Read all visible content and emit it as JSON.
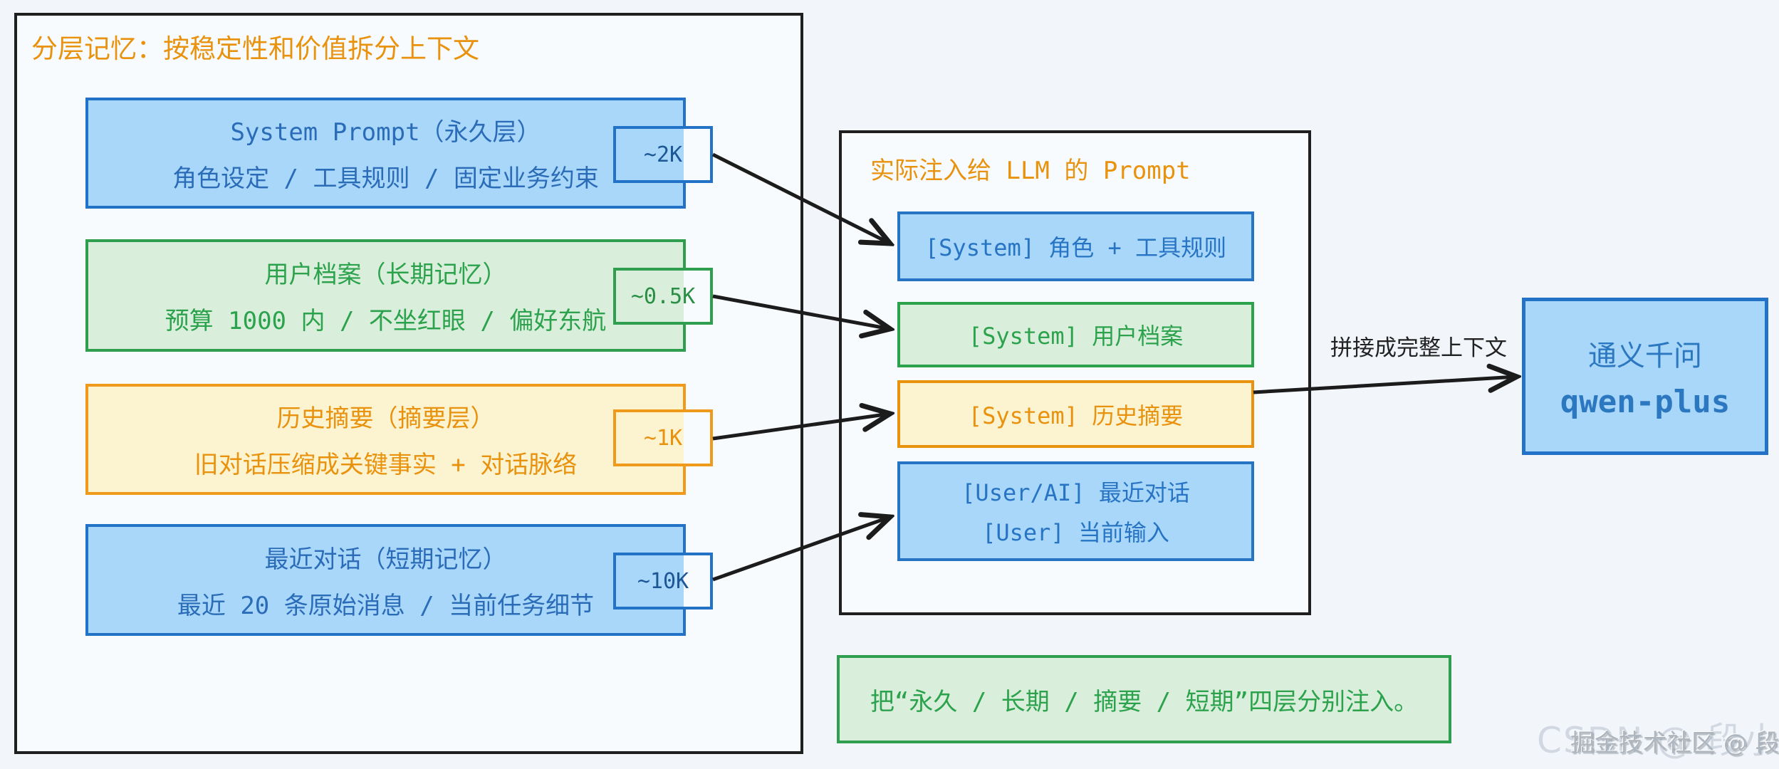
{
  "left_panel": {
    "title": "分层记忆：按稳定性和价值拆分上下文",
    "layers": [
      {
        "name": "system-prompt",
        "line1": "System Prompt（永久层）",
        "line2": "角色设定 / 工具规则 / 固定业务约束",
        "tag": "~2K"
      },
      {
        "name": "user-profile",
        "line1": "用户档案（长期记忆）",
        "line2": "预算 1000 内 / 不坐红眼 / 偏好东航",
        "tag": "~0.5K"
      },
      {
        "name": "history-summary",
        "line1": "历史摘要（摘要层）",
        "line2": "旧对话压缩成关键事实 + 对话脉络",
        "tag": "~1K"
      },
      {
        "name": "recent-dialog",
        "line1": "最近对话（短期记忆）",
        "line2": "最近 20 条原始消息 / 当前任务细节",
        "tag": "~10K"
      }
    ]
  },
  "middle_panel": {
    "title": "实际注入给 LLM 的 Prompt",
    "items": [
      {
        "name": "injected-role-rules",
        "lines": [
          "[System] 角色 + 工具规则"
        ]
      },
      {
        "name": "injected-user-profile",
        "lines": [
          "[System] 用户档案"
        ]
      },
      {
        "name": "injected-history",
        "lines": [
          "[System] 历史摘要"
        ]
      },
      {
        "name": "injected-recent",
        "lines": [
          "[User/AI] 最近对话",
          "[User] 当前输入"
        ]
      }
    ]
  },
  "output": {
    "arrow_label": "拼接成完整上下文",
    "model_name_cn": "通义千问",
    "model_name_en": "qwen-plus"
  },
  "note": "把“永久 / 长期 / 摘要 / 短期”四层分别注入。",
  "watermark": {
    "back": "CSDN @ 段小二",
    "front": "掘金技术社区 @ 段小二"
  },
  "colors": {
    "background": "#f2f6fb",
    "panel_fill": "#f8fbfe",
    "panel_border": "#1f1f1f",
    "blue_fill": "#a9d7fa",
    "blue_border": "#2273c7",
    "blue_text": "#2b6cb8",
    "green_fill": "#d9efdc",
    "green_border": "#2f9e4e",
    "green_text": "#2ca24c",
    "yellow_fill": "#fcf3d0",
    "yellow_border": "#ef9a1b",
    "yellow_text": "#e8920e",
    "title_orange": "#e8920e",
    "arrow_ink": "#1c1c1c"
  }
}
